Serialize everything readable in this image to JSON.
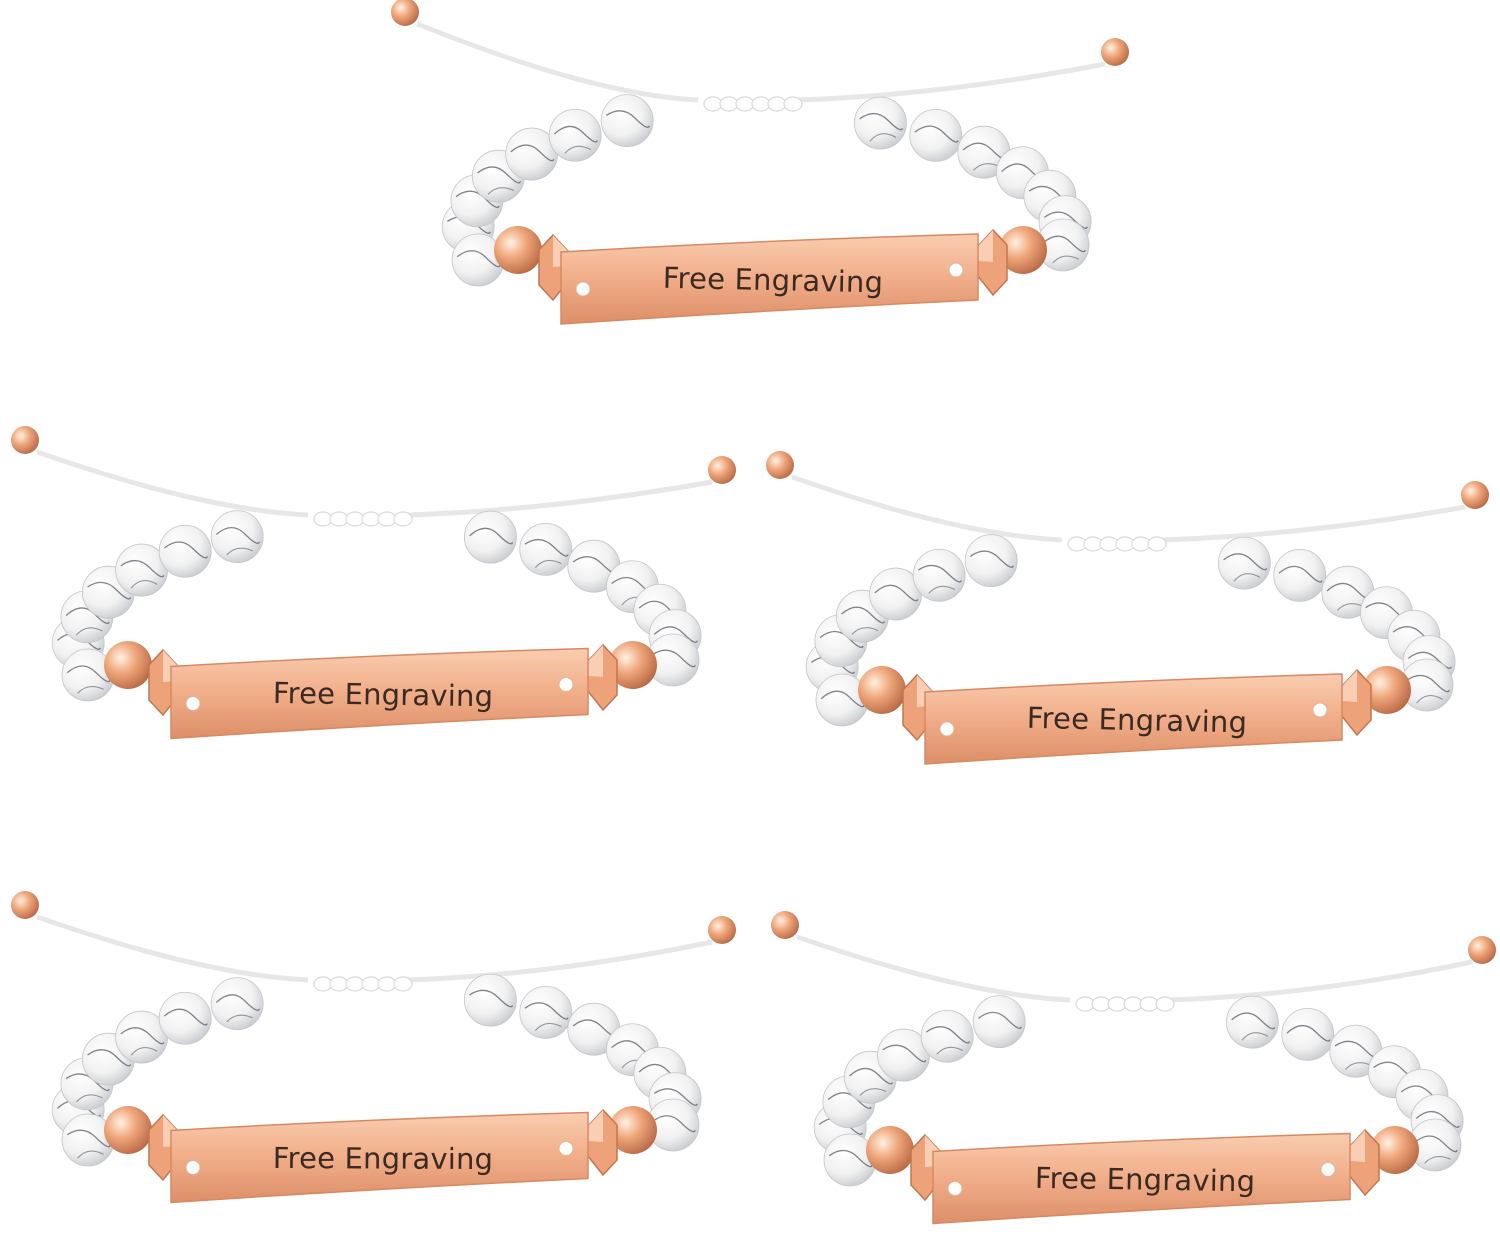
{
  "product": {
    "bracelet_count": 5,
    "engraving_text": "Free Engraving",
    "bead_style": "white howlite marble bead",
    "plate_finish": "rose gold bar plate"
  },
  "bracelets": [
    {
      "id": "top",
      "engraving": "Free Engraving"
    },
    {
      "id": "middle-left",
      "engraving": "Free Engraving"
    },
    {
      "id": "middle-right",
      "engraving": "Free Engraving"
    },
    {
      "id": "bottom-left",
      "engraving": "Free Engraving"
    },
    {
      "id": "bottom-right",
      "engraving": "Free Engraving"
    }
  ],
  "colors": {
    "background": "#ffffff",
    "rose_gold": "#f2b08c",
    "rose_gold_dark": "#d8875f",
    "bead_white": "#f4f4f4",
    "bead_vein": "#555b66",
    "cord": "#ffffff"
  }
}
